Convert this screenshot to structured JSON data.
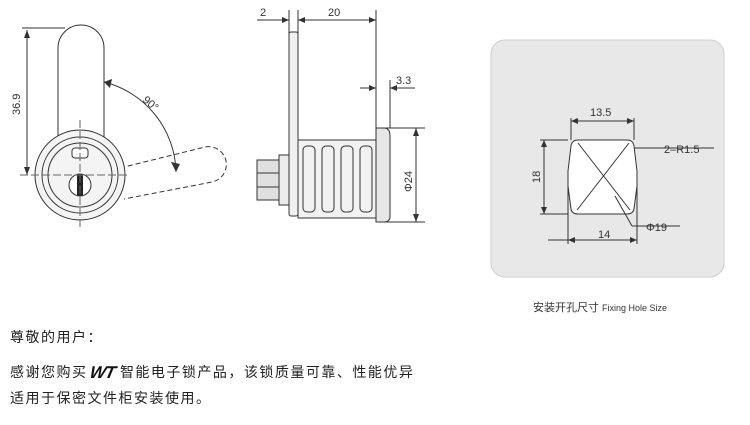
{
  "front_view": {
    "height_dim": "36.9",
    "angle_dim": "90°"
  },
  "side_view": {
    "flange_dim": "2",
    "length_dim": "20",
    "lip_dim": "3.3",
    "diameter_dim": "Φ24"
  },
  "hole_view": {
    "width_top": "13.5",
    "height": "18",
    "radius": "2–R1.5",
    "width_bottom": "14",
    "diameter": "Φ19"
  },
  "caption": {
    "zh": "安装开孔尺寸",
    "en": "Fixing Hole Size"
  },
  "text": {
    "greeting": "尊敬的用户：",
    "line1_before": "感谢您购买",
    "brand": "WT",
    "line1_after": "智能电子锁产品，该锁质量可靠、性能优异",
    "line2": "适用于保密文件柜安装使用。"
  }
}
